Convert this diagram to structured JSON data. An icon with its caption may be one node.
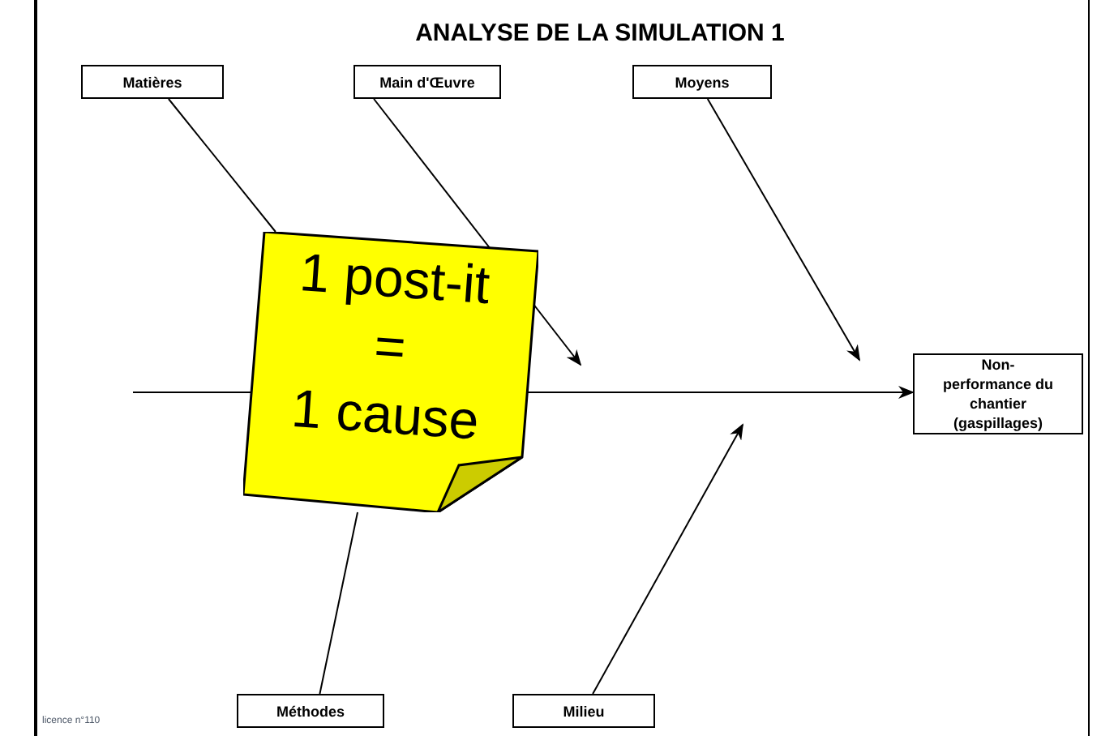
{
  "diagram": {
    "title": "ANALYSE DE LA SIMULATION 1",
    "nodes": [
      {
        "text": [
          "Matières"
        ]
      },
      {
        "text": [
          "Main d'Œuvre"
        ]
      },
      {
        "text": [
          "Moyens"
        ]
      },
      {
        "text": [
          "Non-performance du chantier (gaspillages)"
        ]
      },
      {
        "text": [
          "Méthodes"
        ]
      },
      {
        "text": [
          "Milieu"
        ]
      },
      {
        "text": [
          "1 post-it",
          "=",
          "1 cause"
        ]
      }
    ],
    "edges": [
      {
        "from": null,
        "to": 3,
        "arrow": "to"
      },
      {
        "from": 0,
        "to": 6,
        "arrow": "none"
      },
      {
        "from": 1,
        "to": null,
        "arrow": "to"
      },
      {
        "from": 2,
        "to": null,
        "arrow": "to"
      },
      {
        "from": 4,
        "to": 6,
        "arrow": "none"
      },
      {
        "from": 5,
        "to": null,
        "arrow": "to"
      }
    ],
    "labels": [
      "licence n°110"
    ]
  }
}
